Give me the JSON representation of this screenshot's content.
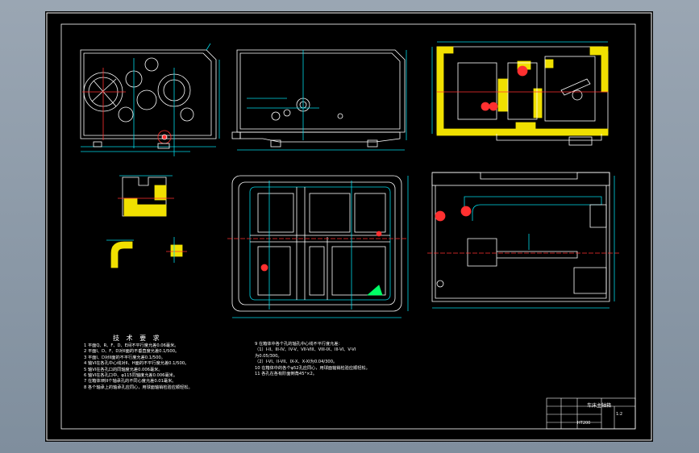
{
  "drawing": {
    "colors": {
      "background": "#000000",
      "frame": "#ffffff",
      "outline": "#ffffff",
      "dimension": "#00d8e8",
      "centerline": "#ff3030",
      "hatch": "#f0e000",
      "accent_green": "#00ff66",
      "viewport": "#8c9aa8"
    },
    "notes": {
      "title": "技 术 要 求",
      "left": [
        "1 平面Q、R、F、D、E间不平行度允差0.06毫米。",
        "2 平面I、D、F、D对II面的不垂直度允差0.1/500。",
        "3 平面I、D对II面的不平行度允差0.1/500。",
        "4 轴VI在各孔中心线对II、H面的不平行度允差0.1/500。",
        "5 轴VI在各孔口的同轴度允差0.006毫米。",
        "6 轴VI在各孔口中、φ115同轴度允差0.006毫米。",
        "7 在箱体I到II个轴承孔的不同心度允差0.01毫米。",
        "8 各个轴承上的轴承孔应同心，用球面轴销检验应顺轻松。"
      ],
      "right": [
        "9 在箱体中各个孔的轴孔中心线不平行度允差：",
        "（1）I-II、III-IV、IV-V、VII-VIII、VIII-IX、III-VI、V-VI",
        "  为0.05/300。",
        "（2）I-VI、II-VII、IX-X、X-XI为0.04/300。",
        "10 在箱体中的各个φ52孔应同心，用球面轴销检验应顺轻松。",
        "11 各孔在各有阶面倒角45°×2。"
      ]
    },
    "title_block": {
      "name_cn": "车床主轴箱",
      "scale": "1:2",
      "sheet_no": "HT200"
    }
  }
}
